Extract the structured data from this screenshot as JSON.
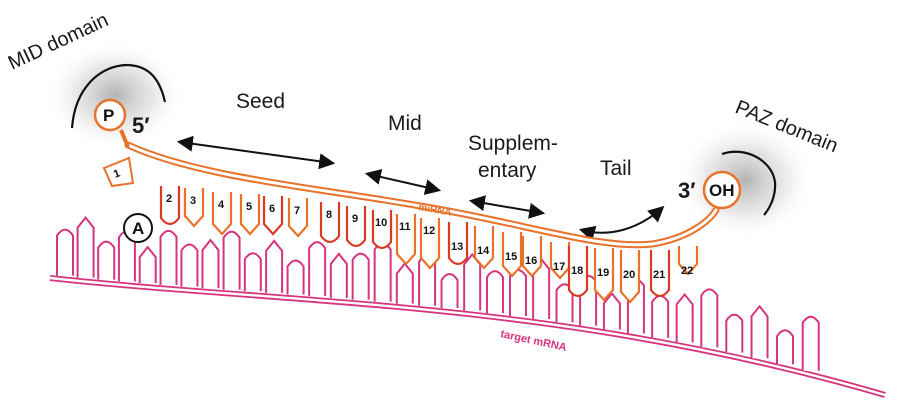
{
  "domains": {
    "mid": "MID domain",
    "paz": "PAZ domain"
  },
  "regions": {
    "seed": "Seed",
    "mid": "Mid",
    "supplementary_line1": "Supplem-",
    "supplementary_line2": "entary",
    "tail": "Tail"
  },
  "ends": {
    "five_prime": "5′",
    "three_prime": "3′",
    "phosphate": "P",
    "hydroxyl": "OH"
  },
  "nucleotide_a": "A",
  "strands": {
    "mirna": "miRNA",
    "target": "target mRNA"
  },
  "positions": [
    "1",
    "2",
    "3",
    "4",
    "5",
    "6",
    "7",
    "8",
    "9",
    "10",
    "11",
    "12",
    "13",
    "14",
    "15",
    "16",
    "17",
    "18",
    "19",
    "20",
    "21",
    "22"
  ],
  "colors": {
    "mirna_strand": "#e8722a",
    "target_strand": "#d6347f",
    "paired_base": "#d83a22",
    "seed_mismatch_base": "#e8722a"
  }
}
